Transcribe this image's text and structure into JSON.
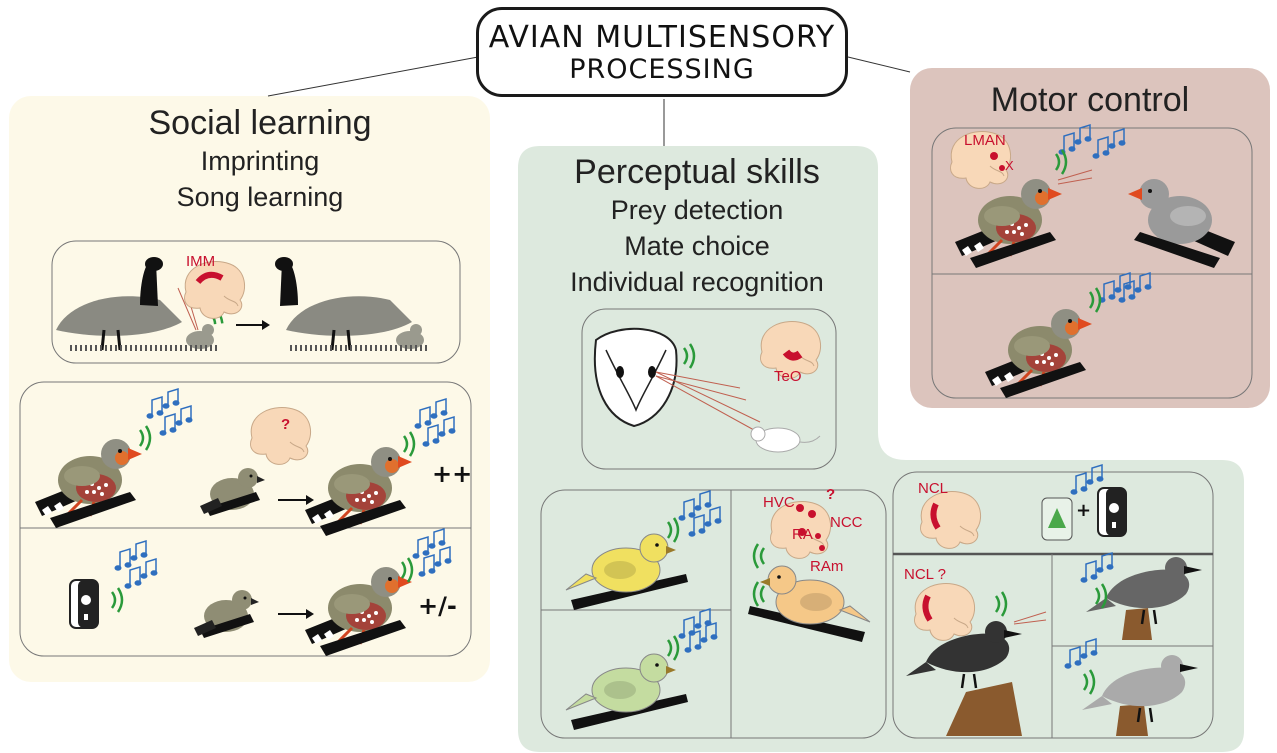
{
  "title": {
    "line1": "Avian multisensory",
    "line2": "processing"
  },
  "social": {
    "title": "Social learning",
    "items": [
      "Imprinting",
      "Song learning"
    ]
  },
  "perceptual": {
    "title": "Perceptual skills",
    "items": [
      "Prey detection",
      "Mate choice",
      "Individual recognition"
    ]
  },
  "motor": {
    "title": "Motor control"
  },
  "labels": {
    "imm": "IMM",
    "teo": "TeO",
    "lman": "LMAN",
    "x": "X",
    "q": "?",
    "hvc": "HVC",
    "ra": "RA",
    "ncc": "NCC",
    "ram": "RAm",
    "q2": "?",
    "ncl": "NCL",
    "ncl_q": "NCL ?",
    "plus": "+",
    "pp": "++",
    "pm": "+/-"
  },
  "colors": {
    "social_bg": "#fdf9e8",
    "perceptual_bg": "#dde9de",
    "motor_bg": "#dcc4bd",
    "accent_red": "#c8102e",
    "note_blue": "#2f6fbf"
  },
  "icons": [
    "goose",
    "gosling",
    "zebra-finch",
    "brain",
    "speaker",
    "barn-owl",
    "mouse",
    "canary",
    "crow",
    "sound-waves",
    "music-notes"
  ]
}
